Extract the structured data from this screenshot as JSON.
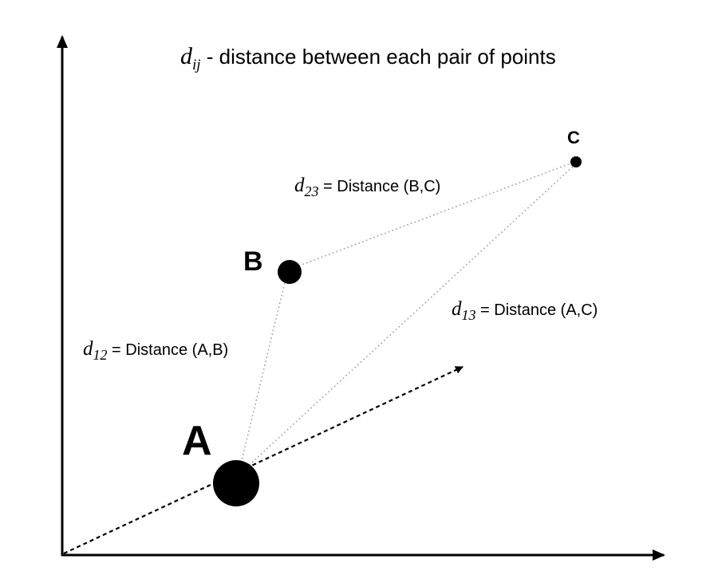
{
  "title": {
    "symbol": "d",
    "subscript": "ij",
    "text": " - distance between each pair of points"
  },
  "points": [
    {
      "label": "A"
    },
    {
      "label": "B"
    },
    {
      "label": "C"
    }
  ],
  "distances": [
    {
      "symbol": "d",
      "subscript": "12",
      "text": " = Distance (A,B)"
    },
    {
      "symbol": "d",
      "subscript": "23",
      "text": " = Distance (B,C)"
    },
    {
      "symbol": "d",
      "subscript": "13",
      "text": " = Distance (A,C)"
    }
  ],
  "colors": {
    "ink": "#000000",
    "distance_line": "#999999"
  }
}
